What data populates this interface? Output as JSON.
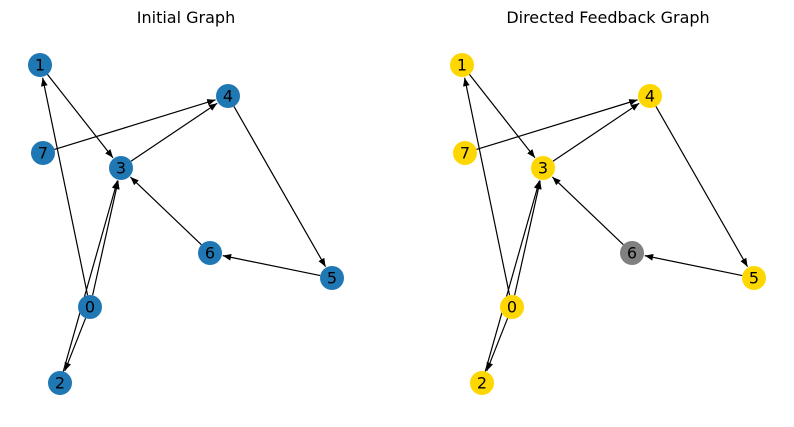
{
  "panels": [
    {
      "title": "Initial Graph",
      "default_node_color": "#1f77b4",
      "node_colors": {}
    },
    {
      "title": "Directed Feedback Graph",
      "default_node_color": "#ffd700",
      "node_colors": {
        "6": "#808080"
      }
    }
  ],
  "graph": {
    "nodes": [
      "0",
      "1",
      "2",
      "3",
      "4",
      "5",
      "6",
      "7"
    ],
    "edges": [
      [
        "0",
        "1"
      ],
      [
        "0",
        "2"
      ],
      [
        "0",
        "3"
      ],
      [
        "1",
        "3"
      ],
      [
        "2",
        "3"
      ],
      [
        "3",
        "4"
      ],
      [
        "7",
        "4"
      ],
      [
        "4",
        "5"
      ],
      [
        "5",
        "6"
      ],
      [
        "6",
        "3"
      ]
    ]
  }
}
